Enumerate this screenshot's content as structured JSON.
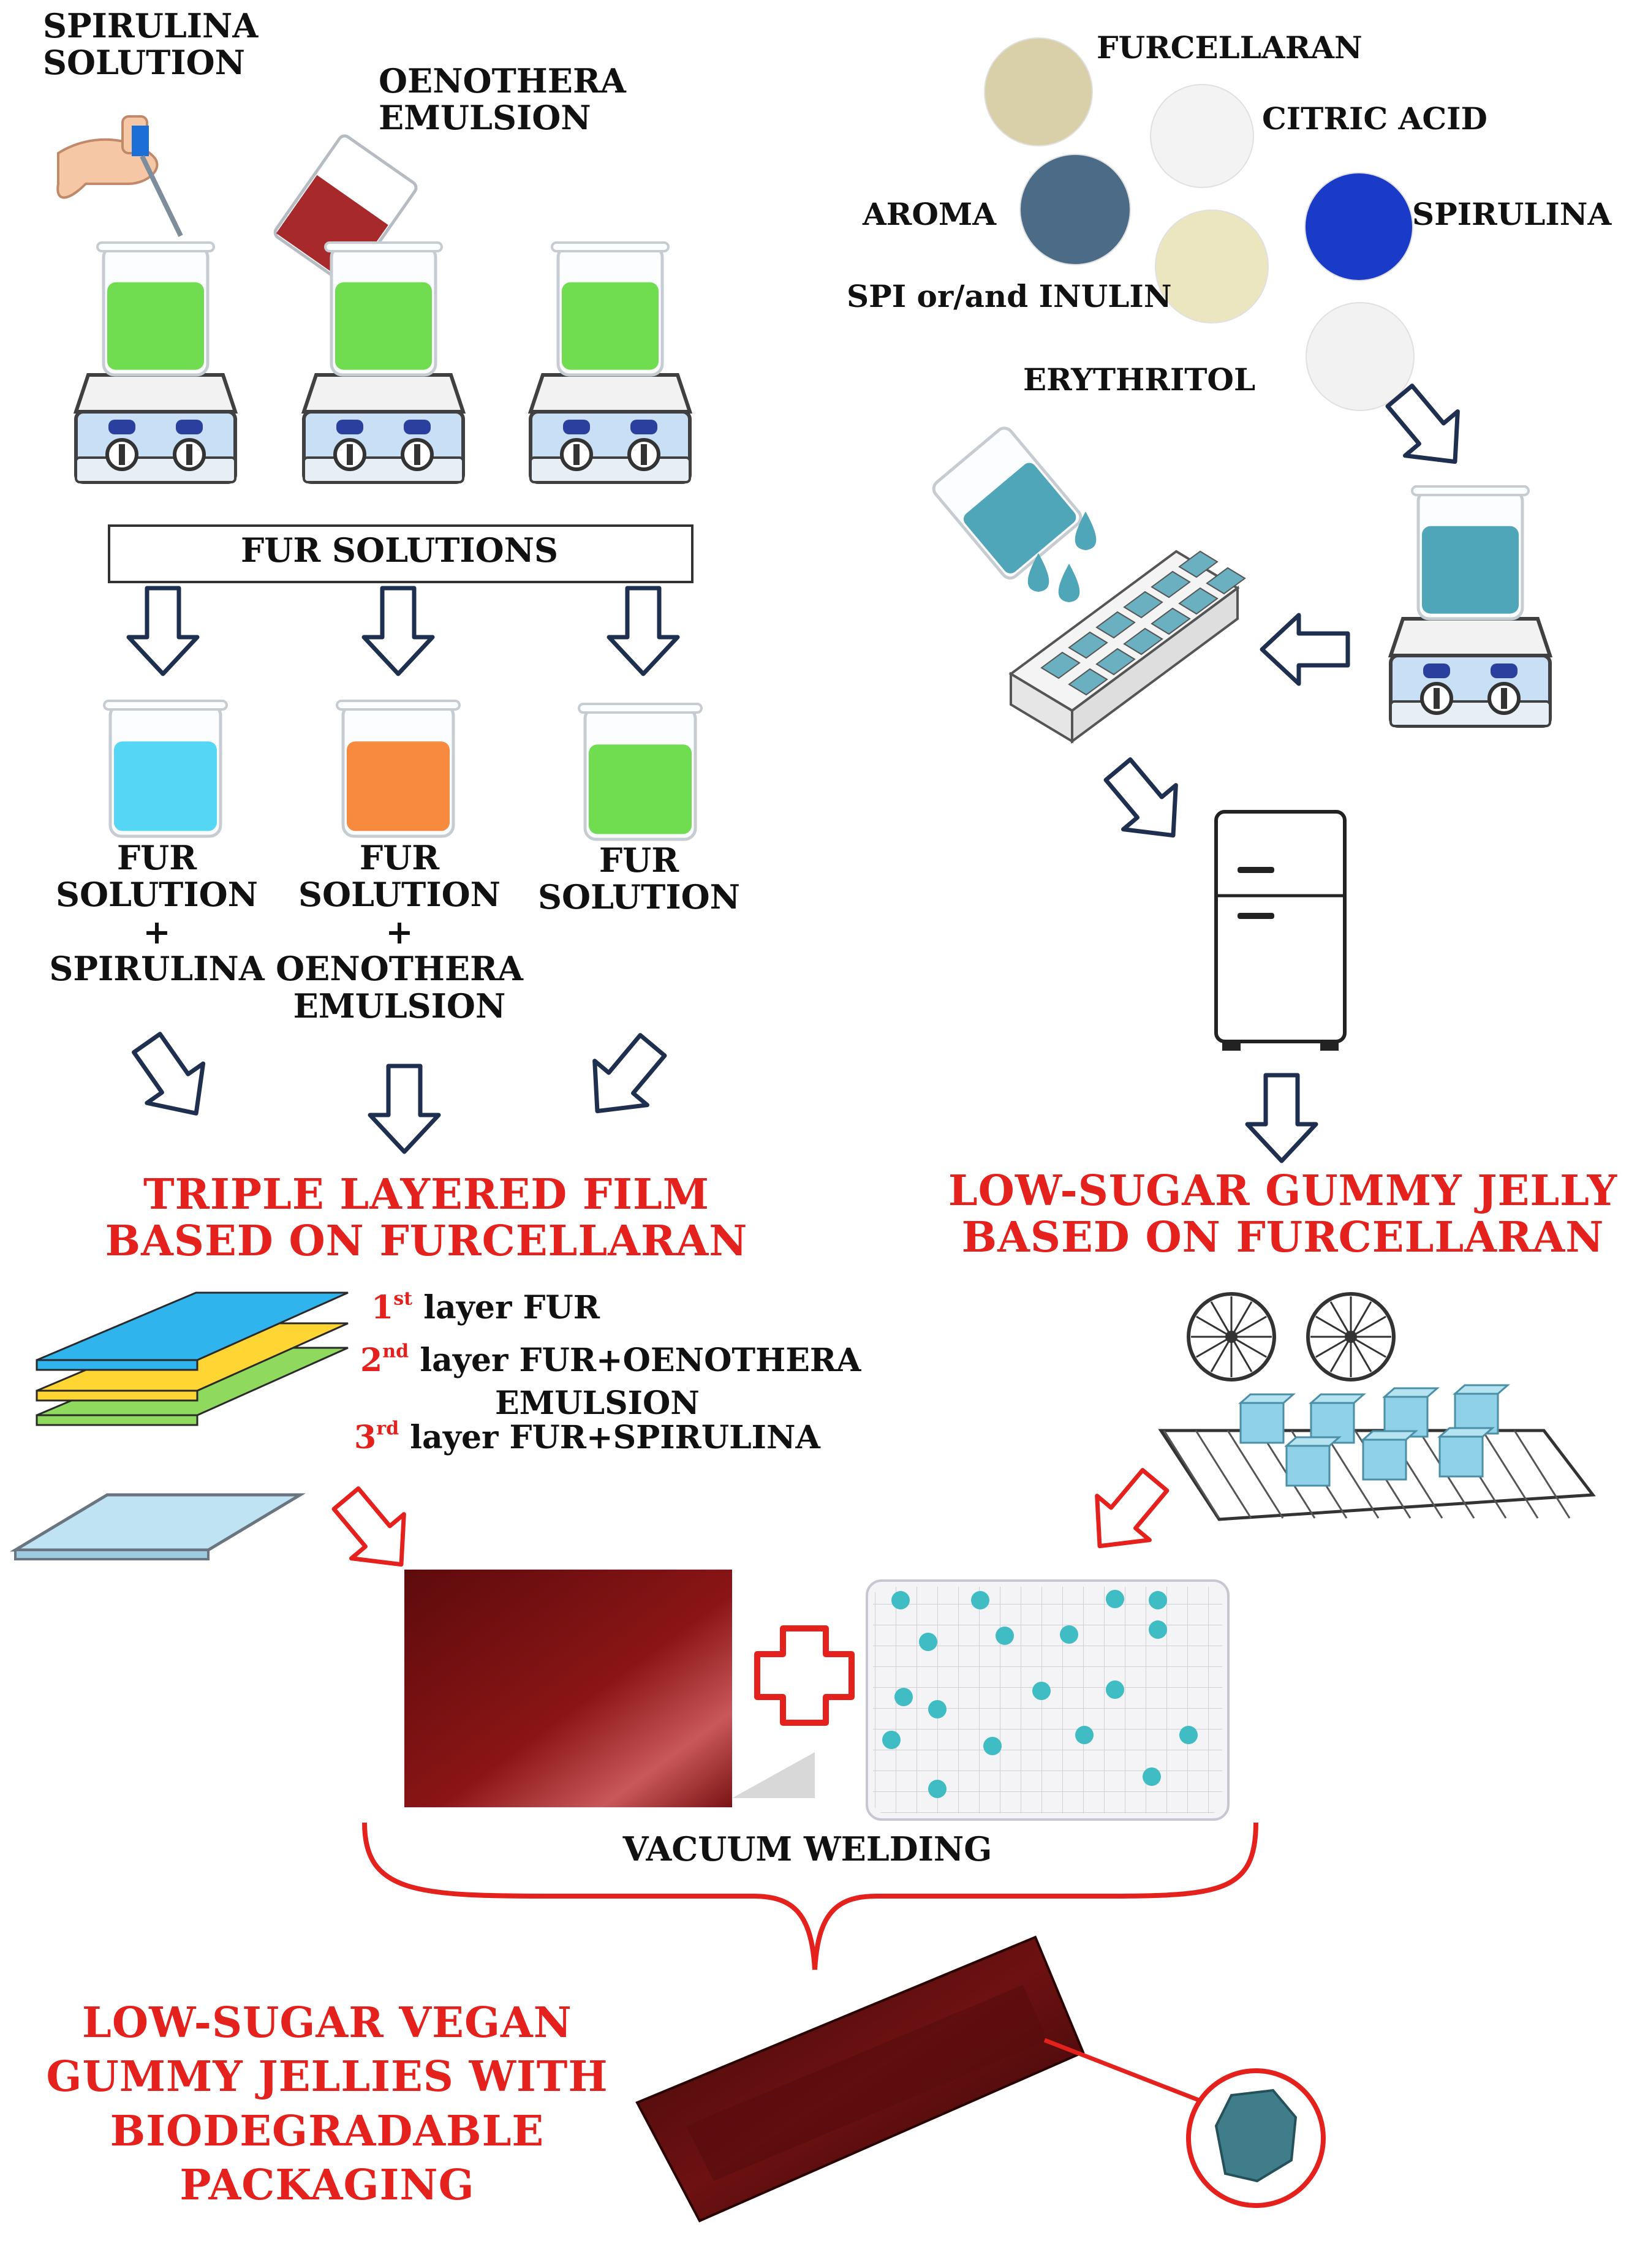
{
  "left_top": {
    "spirulina_solution": [
      "SPIRULINA",
      "SOLUTION"
    ],
    "oenothera_emulsion": [
      "OENOTHERA",
      "EMULSION"
    ],
    "fur_solutions": "FUR SOLUTIONS"
  },
  "solutions": [
    {
      "lines": [
        "FUR",
        "SOLUTION",
        "+",
        "SPIRULINA"
      ],
      "liquid_color": "#55d6f5"
    },
    {
      "lines": [
        "FUR",
        "SOLUTION",
        "+",
        "OENOTHERA",
        "EMULSION"
      ],
      "liquid_color": "#f78a3e"
    },
    {
      "lines": [
        "FUR",
        "SOLUTION"
      ],
      "liquid_color": "#6fdd4f"
    }
  ],
  "stirrer_liquid_color": "#6fdd4f",
  "film_title": [
    "TRIPLE LAYERED FILM",
    "BASED ON FURCELLARAN"
  ],
  "layers": [
    {
      "ord": "1",
      "sup": "st",
      "text": "layer FUR",
      "color": "#2fb4ee"
    },
    {
      "ord": "2",
      "sup": "nd",
      "text": "layer FUR+OENOTHERA",
      "text2": "EMULSION",
      "color": "#ffd534"
    },
    {
      "ord": "3",
      "sup": "rd",
      "text": "layer FUR+SPIRULINA",
      "color": "#8ed95e"
    }
  ],
  "ingredients": [
    {
      "label": "FURCELLARAN",
      "color": "#d9cfa8"
    },
    {
      "label": "CITRIC ACID",
      "color": "#f3f3f3"
    },
    {
      "label": "AROMA",
      "color": "#4b6b86"
    },
    {
      "label": "SPIRULINA",
      "color": "#1a3ac8"
    },
    {
      "label": "SPI or/and INULIN",
      "color": "#ece6c0"
    },
    {
      "label": "ERYTHRITOL",
      "color": "#f2f2f2"
    }
  ],
  "jelly_liquid_color": "#4fa6b8",
  "jelly_title": [
    "LOW-SUGAR GUMMY JELLY",
    "BASED ON FURCELLARAN"
  ],
  "vacuum_welding": "VACUUM WELDING",
  "final_title": [
    "LOW-SUGAR VEGAN",
    "GUMMY JELLIES WITH",
    "BIODEGRADABLE",
    "PACKAGING"
  ],
  "colors": {
    "accent": "#e5211e",
    "arrow_outline": "#1f2f4f",
    "film": "#7a1212",
    "gummy": "#3fbcc4"
  }
}
